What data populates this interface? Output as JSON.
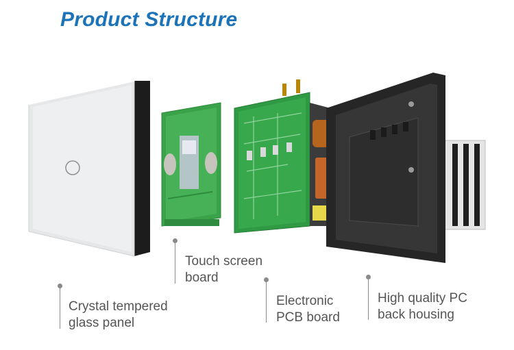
{
  "title": "Product Structure",
  "components": [
    {
      "id": "glass-panel",
      "label_line1": "Crystal tempered",
      "label_line2": "glass panel"
    },
    {
      "id": "touch-board",
      "label_line1": "Touch screen",
      "label_line2": "board"
    },
    {
      "id": "pcb-board",
      "label_line1": "Electronic",
      "label_line2": "PCB board"
    },
    {
      "id": "back-housing",
      "label_line1": "High quality PC",
      "label_line2": "back housing"
    }
  ],
  "colors": {
    "title": "#1c73b8",
    "label": "#555555",
    "glass": "#e9eaeb",
    "pcb_green": "#3aa34a",
    "housing": "#2b2b2b"
  }
}
